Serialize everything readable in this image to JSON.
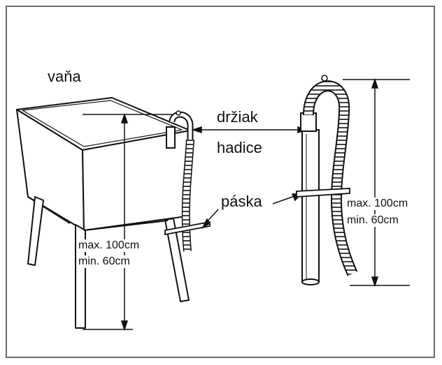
{
  "labels": {
    "tub": "vaňa",
    "holder_line1": "držiak",
    "holder_line2": "hadice",
    "strap": "páska",
    "left_max": "max. 100cm",
    "left_min": "min. 60cm",
    "right_max": "max. 100cm",
    "right_min": "min. 60cm"
  },
  "colors": {
    "line": "#111111",
    "frame": "#6b6b6b",
    "background": "#ffffff"
  }
}
